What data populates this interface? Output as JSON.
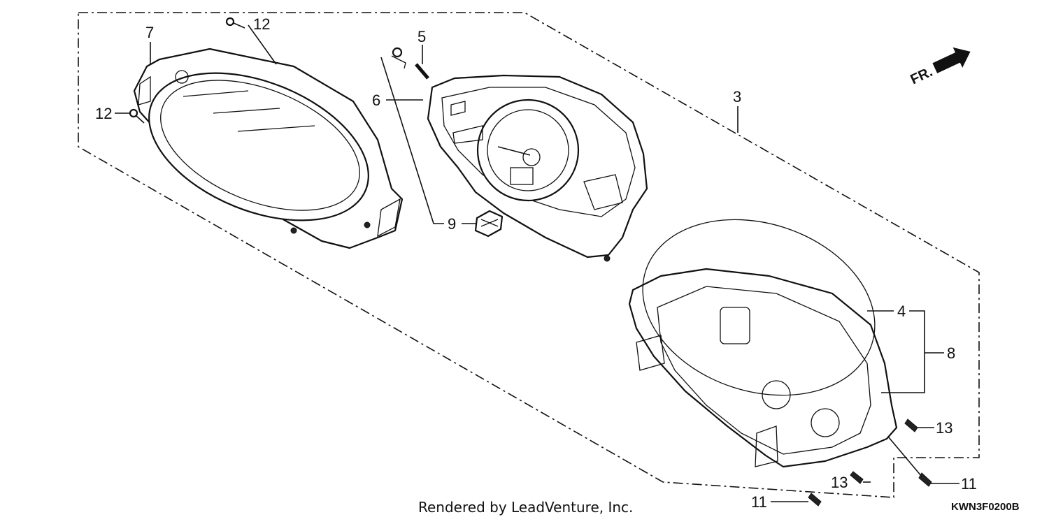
{
  "callouts": {
    "c3": "3",
    "c4": "4",
    "c5": "5",
    "c6": "6",
    "c7": "7",
    "c8": "8",
    "c9": "9",
    "c11a": "11",
    "c11b": "11",
    "c12a": "12",
    "c12b": "12",
    "c13a": "13",
    "c13b": "13"
  },
  "front_marker": "FR.",
  "credit": "Rendered by LeadVenture, Inc.",
  "diagram_code": "KWN3F0200B"
}
